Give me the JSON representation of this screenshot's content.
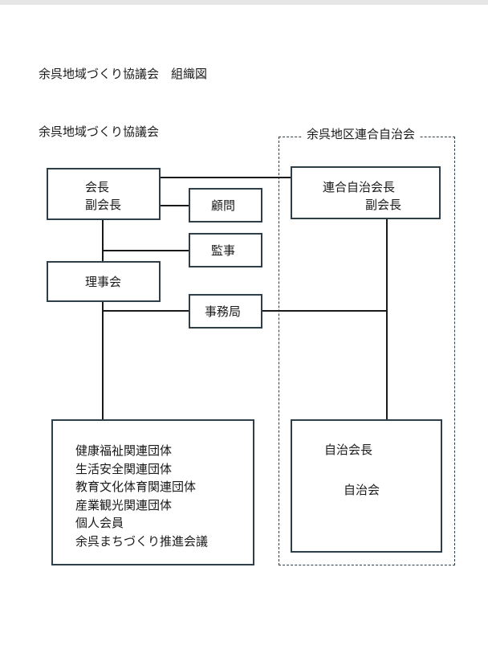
{
  "page_title": "余呉地域づくり協議会　組織図",
  "left_org_label": "余呉地域づくり協議会",
  "right_org_label": "余呉地区連合自治会",
  "boxes": {
    "chair": {
      "line1": "会長",
      "line2": "副会長"
    },
    "advisor": "顧問",
    "auditor": "監事",
    "board": "理事会",
    "secretariat": "事務局",
    "federation_chair": {
      "line1": "連合自治会長",
      "line2": "副会長"
    },
    "member_groups": [
      "健康福祉関連団体",
      "生活安全関連団体",
      "教育文化体育関連団体",
      "産業観光関連団体",
      "個人会員",
      "余呉まちづくり推進会議"
    ],
    "neighborhood": {
      "line1": "自治会長",
      "line2": "自治会"
    }
  }
}
